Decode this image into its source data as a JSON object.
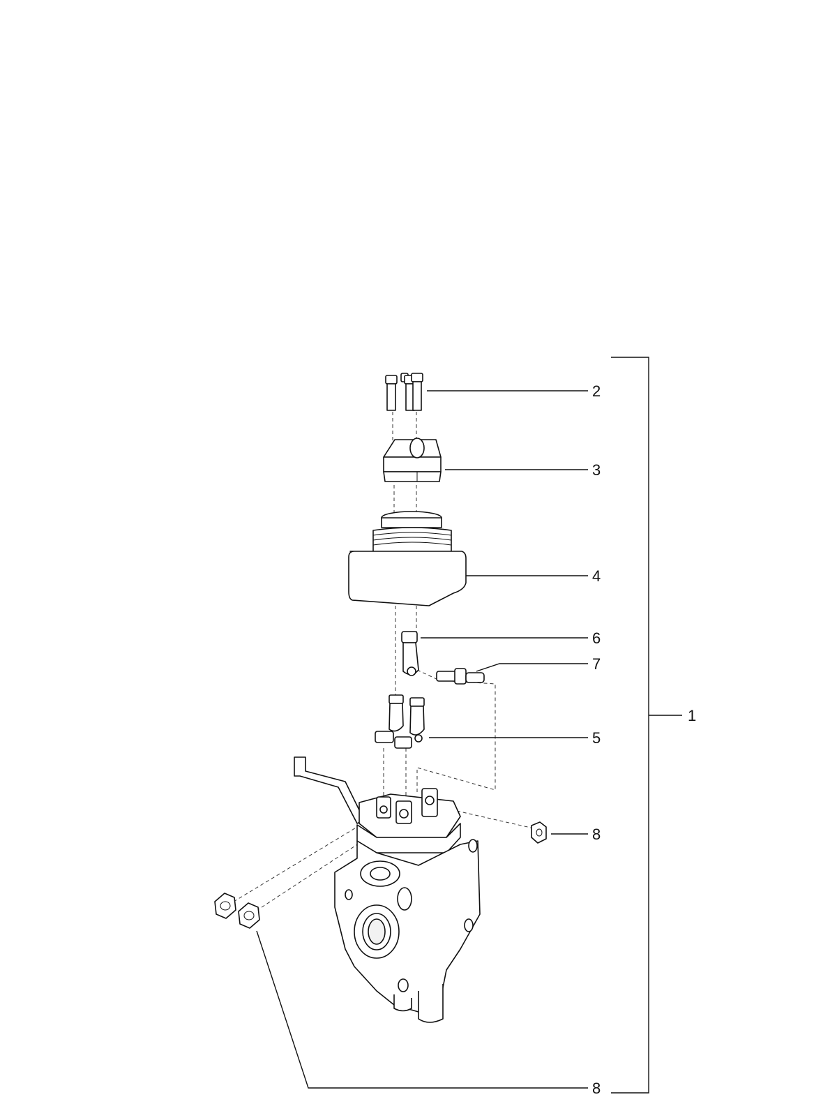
{
  "diagram": {
    "type": "exploded parts drawing",
    "callouts": [
      {
        "id": "c1",
        "label": "1"
      },
      {
        "id": "c2",
        "label": "2"
      },
      {
        "id": "c3",
        "label": "3"
      },
      {
        "id": "c4",
        "label": "4"
      },
      {
        "id": "c6",
        "label": "6"
      },
      {
        "id": "c7",
        "label": "7"
      },
      {
        "id": "c5",
        "label": "5"
      },
      {
        "id": "c8a",
        "label": "8"
      },
      {
        "id": "c8b",
        "label": "8"
      }
    ]
  }
}
